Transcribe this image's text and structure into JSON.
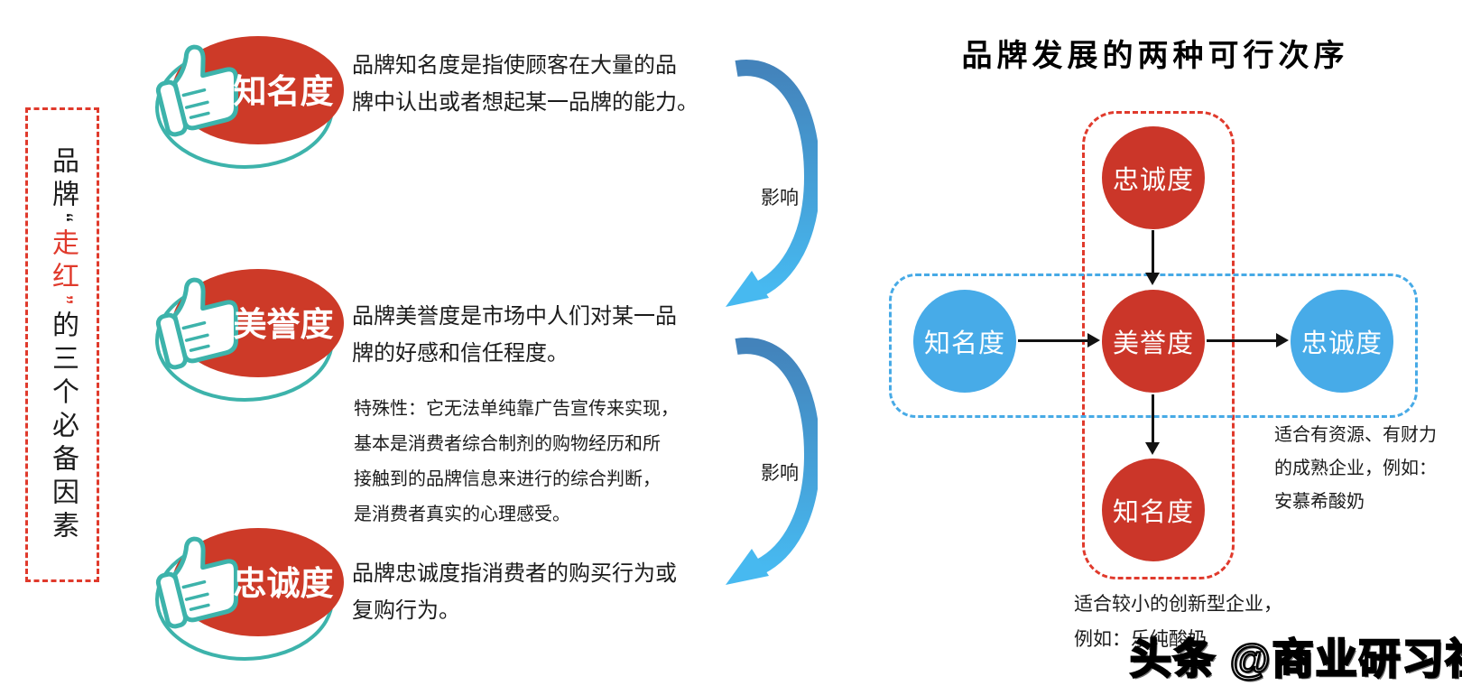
{
  "watermark": "头条 @商业研习社",
  "colors": {
    "red": "#cb3629",
    "badge-red": "#cd3a28",
    "blue": "#47abe8",
    "teal": "#3db3ab",
    "dash-red": "#e03a2c",
    "dash-blue": "#47aae6",
    "arrow-top": "#4383bb",
    "arrow-bottom": "#47b9f0",
    "text": "#1b1b1b"
  },
  "left_panel": {
    "vertical_title": {
      "prefix": "品牌",
      "open_quote": "“",
      "highlight": "走红",
      "close_quote": "”",
      "suffix": "的三个必备因素"
    },
    "factors": [
      {
        "badge": "知名度",
        "description": "品牌知名度是指使顾客在大量的品\n牌中认出或者想起某一品牌的能力。"
      },
      {
        "badge": "美誉度",
        "description": "品牌美誉度是市场中人们对某一品\n牌的好感和信任程度。",
        "note": "特殊性：它无法单纯靠广告宣传来实现，\n基本是消费者综合制剂的购物经历和所\n接触到的品牌信息来进行的综合判断，\n是消费者真实的心理感受。"
      },
      {
        "badge": "忠诚度",
        "description": "品牌忠诚度指消费者的购买行为或\n复购行为。"
      }
    ],
    "influence_labels": [
      "影响",
      "影响"
    ]
  },
  "right_panel": {
    "title": "品牌发展的两种可行次序",
    "nodes": {
      "top": "忠诚度",
      "left": "知名度",
      "center": "美誉度",
      "right": "忠诚度",
      "bottom": "知名度"
    },
    "horizontal_path_note": "适合有资源、有财力\n的成熟企业，例如：\n安慕希酸奶",
    "vertical_path_note": "适合较小的创新型企业，\n例如：乐纯酸奶"
  }
}
